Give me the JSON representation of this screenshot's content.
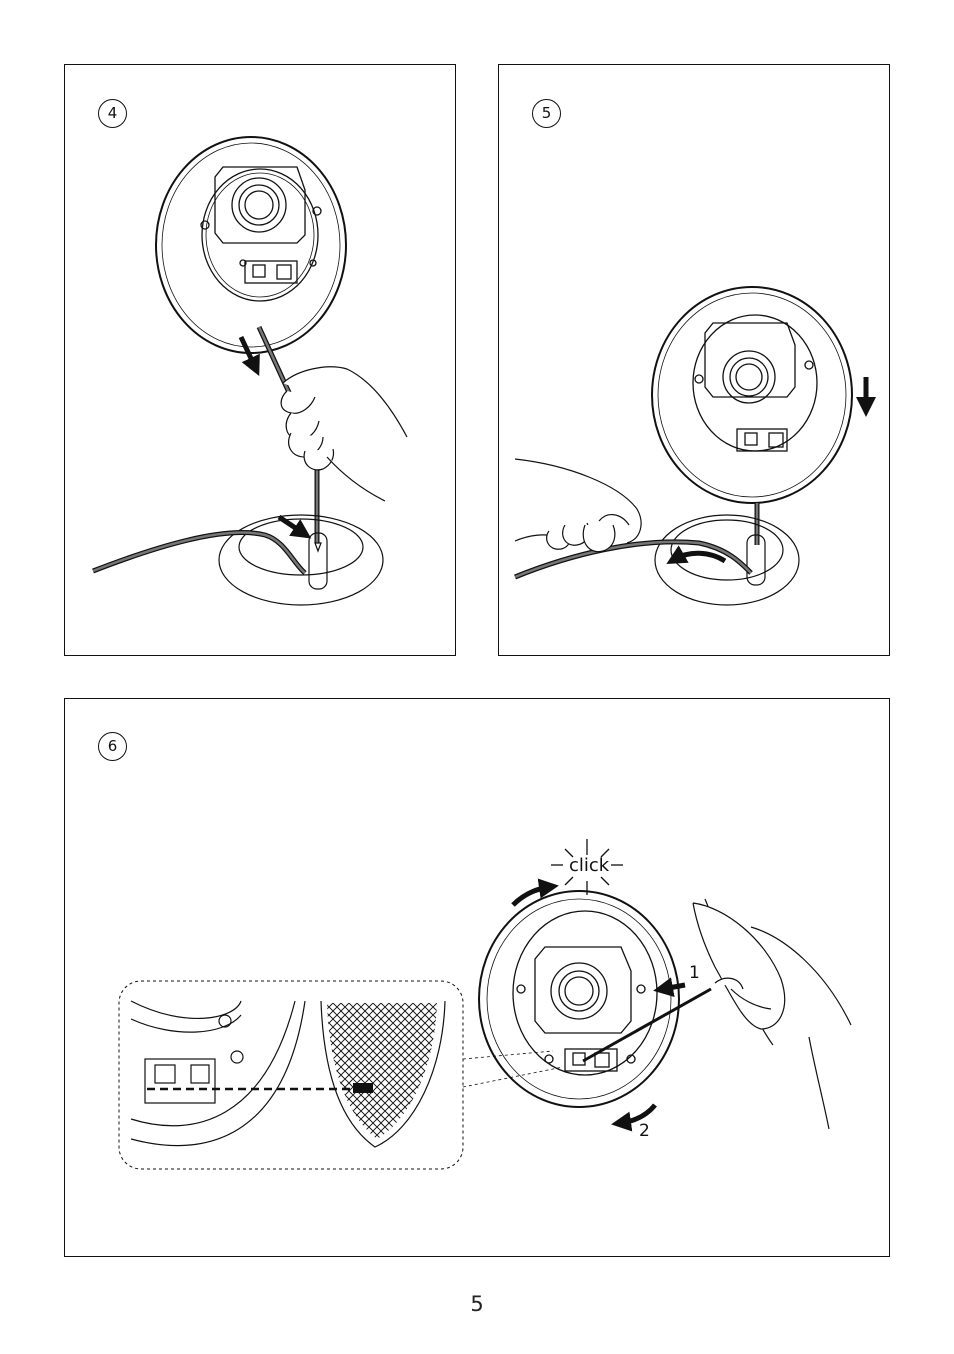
{
  "steps": [
    {
      "number": "4"
    },
    {
      "number": "5"
    },
    {
      "number": "6",
      "labels": {
        "click": "click",
        "arrow_1": "1",
        "arrow_2": "2"
      }
    }
  ],
  "page_number": "5"
}
